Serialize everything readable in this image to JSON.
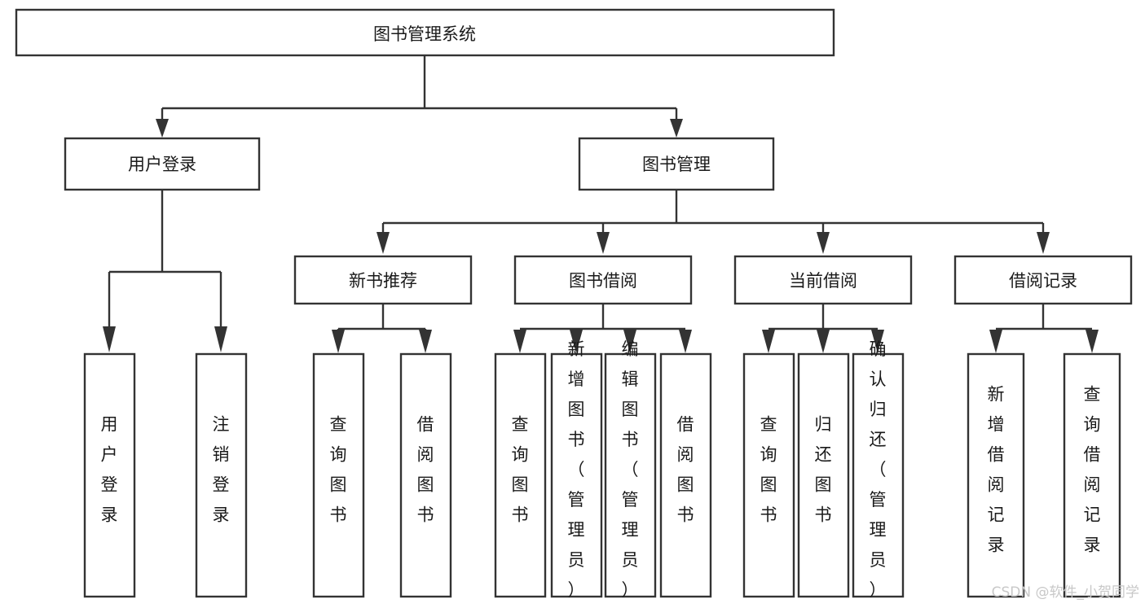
{
  "diagram": {
    "type": "hierarchy-tree",
    "title": "图书管理系统",
    "root": {
      "id": "root",
      "label": "图书管理系统"
    },
    "level2": [
      {
        "id": "user-login",
        "label": "用户登录"
      },
      {
        "id": "book-manage",
        "label": "图书管理"
      }
    ],
    "level3": [
      {
        "id": "new-book-recommend",
        "label": "新书推荐",
        "parent": "book-manage"
      },
      {
        "id": "book-borrow",
        "label": "图书借阅",
        "parent": "book-manage"
      },
      {
        "id": "current-borrow",
        "label": "当前借阅",
        "parent": "book-manage"
      },
      {
        "id": "borrow-record",
        "label": "借阅记录",
        "parent": "book-manage"
      }
    ],
    "leaves": [
      {
        "id": "leaf-user-login",
        "label": "用户登录",
        "parent": "user-login"
      },
      {
        "id": "leaf-logout-login",
        "label": "注销登录",
        "parent": "user-login"
      },
      {
        "id": "leaf-query-book-1",
        "label": "查询图书",
        "parent": "new-book-recommend"
      },
      {
        "id": "leaf-borrow-book-1",
        "label": "借阅图书",
        "parent": "new-book-recommend"
      },
      {
        "id": "leaf-query-book-2",
        "label": "查询图书",
        "parent": "book-borrow"
      },
      {
        "id": "leaf-add-book",
        "label": "新增图书（管理员）",
        "parent": "book-borrow"
      },
      {
        "id": "leaf-edit-book",
        "label": "编辑图书（管理员）",
        "parent": "book-borrow"
      },
      {
        "id": "leaf-borrow-book-2",
        "label": "借阅图书",
        "parent": "book-borrow"
      },
      {
        "id": "leaf-query-book-3",
        "label": "查询图书",
        "parent": "current-borrow"
      },
      {
        "id": "leaf-return-book",
        "label": "归还图书",
        "parent": "current-borrow"
      },
      {
        "id": "leaf-confirm-return",
        "label": "确认归还（管理员）",
        "parent": "current-borrow"
      },
      {
        "id": "leaf-add-record",
        "label": "新增借阅记录",
        "parent": "borrow-record"
      },
      {
        "id": "leaf-query-record",
        "label": "查询借阅记录",
        "parent": "borrow-record"
      }
    ],
    "colors": {
      "box_stroke": "#333333",
      "box_fill": "#ffffff",
      "text": "#1a1a1a",
      "background": "#ffffff",
      "watermark": "#c8c8c8"
    }
  },
  "watermark": {
    "label": "CSDN @软件_小贺同学"
  }
}
